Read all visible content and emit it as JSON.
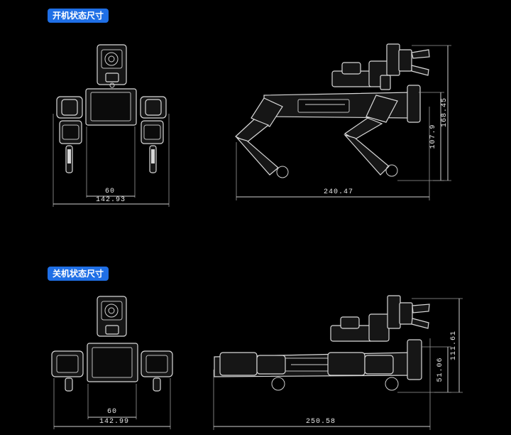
{
  "sections": {
    "power_on": {
      "label": "开机状态尺寸",
      "front": {
        "inner_width": "60",
        "total_width": "142.93"
      },
      "side": {
        "length": "240.47",
        "body_height": "107.9",
        "total_height": "168.45"
      }
    },
    "power_off": {
      "label": "关机状态尺寸",
      "front": {
        "inner_width": "60",
        "total_width": "142.99"
      },
      "side": {
        "length": "250.58",
        "body_height": "51.06",
        "total_height": "111.61"
      }
    }
  },
  "colors": {
    "badge": "#1f6fe6",
    "background": "#000000",
    "line": "#cfcfcf"
  }
}
